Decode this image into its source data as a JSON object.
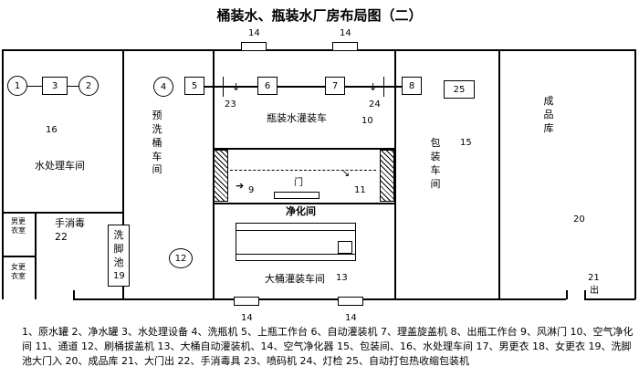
{
  "title": "桶装水、瓶装水厂房布局图（二）",
  "numbers": {
    "n1": "1",
    "n2": "2",
    "n3": "3",
    "n4": "4",
    "n5": "5",
    "n6": "6",
    "n7": "7",
    "n8": "8",
    "n9": "9",
    "n10": "10",
    "n11": "11",
    "n12": "12",
    "n13": "13",
    "n14": "14",
    "n15": "15",
    "n16": "16",
    "n19": "19",
    "n20": "20",
    "n21": "21",
    "n22": "22",
    "n23": "23",
    "n24": "24",
    "n25": "25"
  },
  "rooms": {
    "water_treatment": "水处理车间",
    "prewash": "预洗桶车间",
    "bottle_filling": "瓶装水灌装车",
    "door": "门",
    "clean_room": "净化间",
    "barrel_filling": "大桶灌装车间",
    "packing": "包装车间",
    "finished": "成品库",
    "male_locker": "男更衣室",
    "female_locker": "女更衣室",
    "hand_disinfect": "手消毒",
    "foot_pool": "洗脚池",
    "exit": "出"
  },
  "legend": "1、原水罐 2、净水罐 3、水处理设备 4、洗瓶机 5、上瓶工作台 6、自动灌装机 7、理盖旋盖机 8、出瓶工作台 9、风淋门 10、空气净化间 11、通道 12、刷桶拔盖机 13、大桶自动灌装机、14、空气净化器 15、包装间、16、水处理车间 17、男更衣 18、女更衣 19、洗脚池大门入 20、成品库 21、大门出 22、手消毒具 23、喷码机 24、灯检 25、自动打包热收缩包装机"
}
